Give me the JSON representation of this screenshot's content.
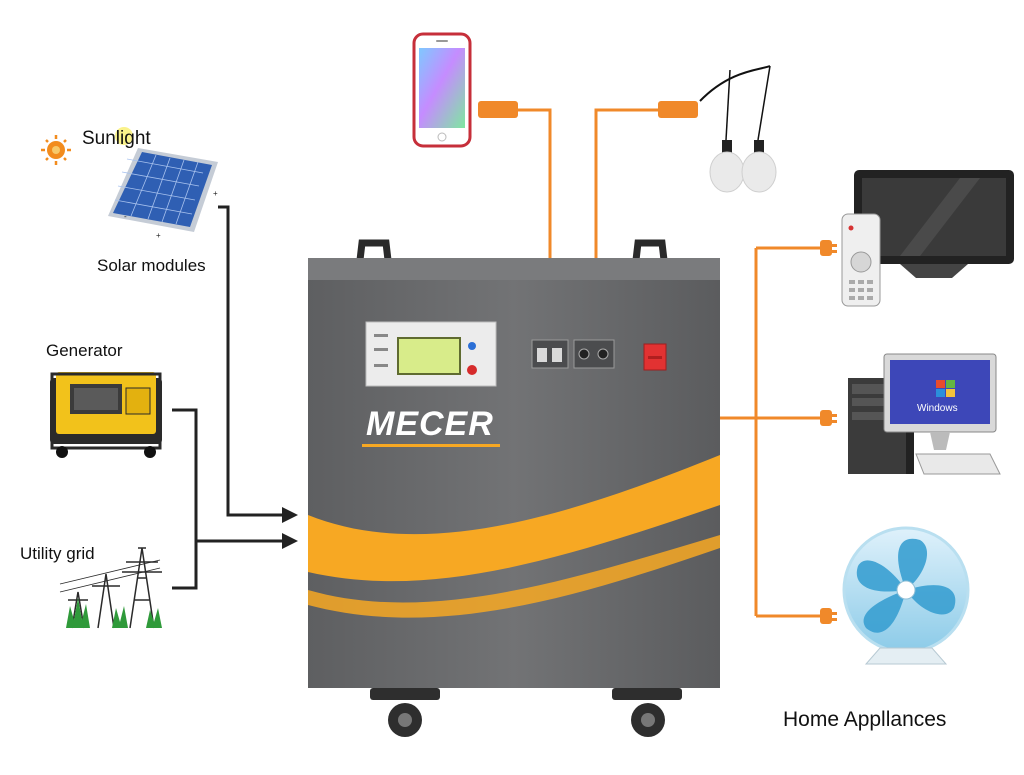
{
  "labels": {
    "sunlight": "Sunlight",
    "solar_modules": "Solar modules",
    "generator": "Generator",
    "utility_grid": "Utility grid",
    "home_appliances": "Home Appllances"
  },
  "unit": {
    "brand": "MECER",
    "body_color": "#6d6e70",
    "accent_color": "#f7a823"
  },
  "screen": {
    "text": "Windows"
  },
  "colors": {
    "wire_dark": "#222222",
    "wire_orange": "#f0892a",
    "sun": "#f28c1e",
    "solar_panel": "#2f5fb3",
    "generator_body": "#f2c21b"
  },
  "icons": [
    "sun-icon",
    "solar-panel-icon",
    "generator-icon",
    "pylon-icon",
    "phone-icon",
    "bulb-icon",
    "tv-icon",
    "remote-icon",
    "computer-icon",
    "fan-icon"
  ]
}
